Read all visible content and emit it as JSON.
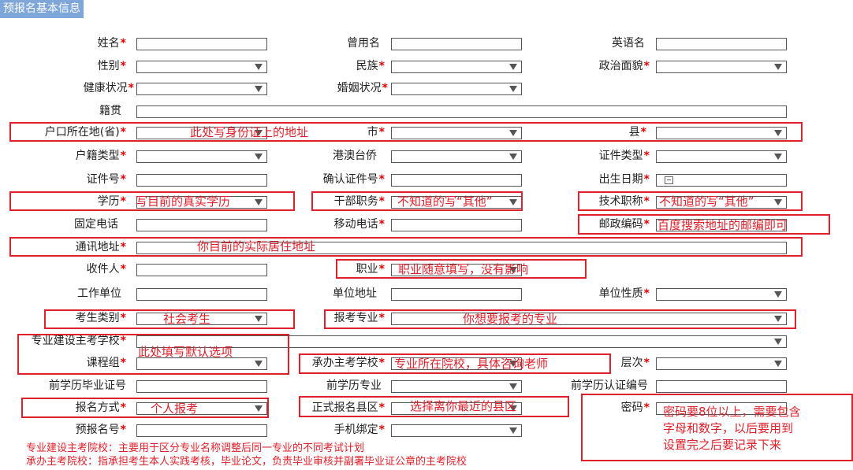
{
  "header": {
    "title": "预报名基本信息"
  },
  "required_mark": "*",
  "fields": {
    "name": "姓名",
    "alias": "曾用名",
    "english_name": "英语名",
    "gender": "性别",
    "ethnicity": "民族",
    "politics": "政治面貌",
    "health": "健康状况",
    "marital": "婚姻状况",
    "native_place": "籍贯",
    "hukou_province": "户口所在地(省)",
    "city": "市",
    "county": "县",
    "hukou_type": "户籍类型",
    "hmt": "港澳台侨",
    "id_type": "证件类型",
    "id_number": "证件号",
    "confirm_id": "确认证件号",
    "birthdate": "出生日期",
    "education": "学历",
    "cadre_position": "干部职务",
    "tech_title": "技术职称",
    "landline": "固定电话",
    "mobile": "移动电话",
    "postcode": "邮政编码",
    "address": "通讯地址",
    "recipient": "收件人",
    "occupation": "职业",
    "workplace": "工作单位",
    "work_address": "单位地址",
    "work_nature": "单位性质",
    "candidate_type": "考生类别",
    "apply_major": "报考专业",
    "major_host_school": "专业建设主考学校",
    "course_group": "课程组",
    "host_school": "承办主考学校",
    "level": "层次",
    "prev_cert_no": "前学历毕业证号",
    "prev_major": "前学历专业",
    "prev_cert_auth": "前学历认证编号",
    "reg_method": "报名方式",
    "reg_county": "正式报名县区",
    "password": "密码",
    "pre_reg_no": "预报名号",
    "phone_bind": "手机绑定"
  },
  "annotations": {
    "hukou": "此处写身份证上的地址",
    "education": "写目前的真实学历",
    "cadre": "不知道的写“其他”",
    "tech": "不知道的写“其他”",
    "postcode": "百度搜索地址的邮编即可",
    "address": "你目前的实际居住地址",
    "occupation": "职业随意填写，没有影响",
    "candidate_type": "社会考生",
    "apply_major": "你想要报考的专业",
    "major_school": "此处填写默认选项",
    "host_school": "专业所在院校，具体咨询老师",
    "reg_method": "个人报考",
    "reg_county": "选择离你最近的县区",
    "password_l1": "密码要8位以上，需要包含",
    "password_l2": "字母和数字，以后要用到",
    "password_l3": "设置完之后要记录下来"
  },
  "notes": {
    "line1": "专业建设主考院校：主要用于区分专业名称调整后同一专业的不同考试计划",
    "line2": "承办主考院校：指承担考生本人实践考核，毕业论文，负责毕业审核并副署毕业证公章的主考院校"
  },
  "colors": {
    "annotation": "#e0202a",
    "header_bg": "#7ea6d8",
    "required": "#e00000"
  }
}
